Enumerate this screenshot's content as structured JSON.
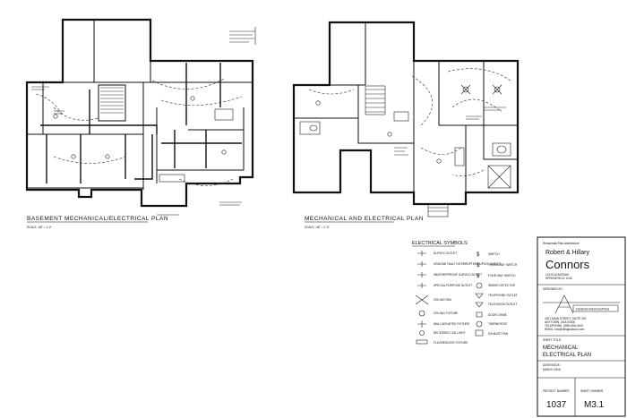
{
  "plans": {
    "basement_title": "BASEMENT MECHANICAL/ELECTRICAL PLAN",
    "basement_scale": "SCALE: 1/8\" = 1'-0\"",
    "main_title": "MECHANICAL AND ELECTRICAL PLAN",
    "main_scale": "SCALE: 1/8\" = 1'-0\""
  },
  "legend": {
    "heading": "ELECTRICAL SYMBOLS",
    "left_items": [
      "DUPLEX OUTLET",
      "GROUND FAULT INTERRUPTER DUPLEX OUTLET",
      "WEATHERPROOF DUPLEX OUTLET",
      "SPECIAL PURPOSE OUTLET",
      "CEILING FAN",
      "CEILING FIXTURE",
      "WALL MOUNTED FIXTURE",
      "RECESSED CAN LIGHT",
      "FLUORESCENT FIXTURE"
    ],
    "right_items": [
      "SWITCH",
      "THREE-WAY SWITCH",
      "FOUR-WAY SWITCH",
      "SMOKE DETECTOR",
      "TELEPHONE OUTLET",
      "TELEVISION OUTLET",
      "DOOR CHIME",
      "THERMOSTAT",
      "EXHAUST FAN"
    ]
  },
  "title_block": {
    "note": "Residential Plan Architecture",
    "client_line": "Robert & Hillary",
    "client_name": "Connors",
    "client_address": [
      "123 ELM AVENUE",
      "SPRINGFIELD, USA"
    ],
    "designer_label": "DESIGNED BY:",
    "firm_logo_text": "DESIGN ASSOCIATES",
    "firm_lines": [
      "4321 MAIN STREET, SUITE 200",
      "ANYTOWN, USA 00000",
      "TELEPHONE: (555) 555-0100",
      "EMAIL: info@designassoc.com"
    ],
    "sheet_title_label": "SHEET TITLE:",
    "sheet_title_lines": [
      "MECHANICAL",
      "ELECTRICAL PLAN"
    ],
    "date_label": "DATE/ISSUE:",
    "date_value": "MARCH 2005",
    "project_label": "PROJECT NUMBER",
    "project_value": "1037",
    "sheet_label": "SHEET NUMBER",
    "sheet_value": "M3.1"
  }
}
